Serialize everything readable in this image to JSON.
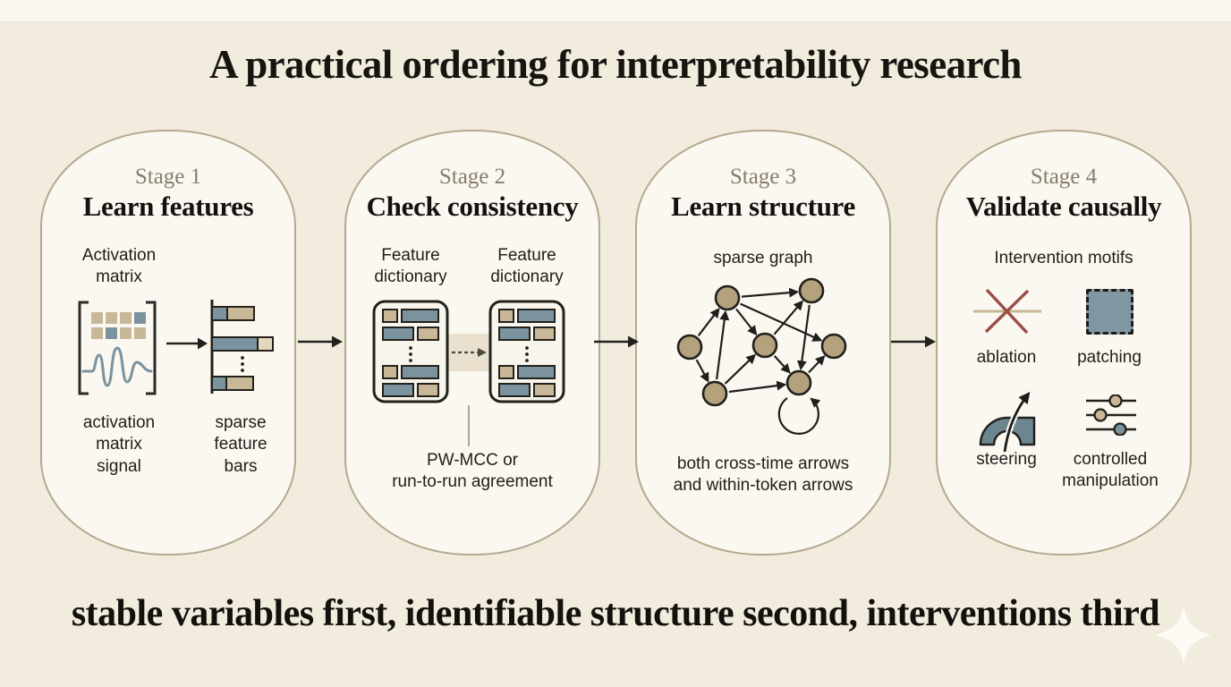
{
  "title": "A practical ordering for interpretability research",
  "footer": "stable variables first, identifiable structure second, interventions third",
  "palette": {
    "background": "#f2ecdf",
    "pill_fill": "#fbf8f1",
    "pill_border": "#b5a88d",
    "tan": "#c9b897",
    "blue_gray": "#7b939e",
    "light_tan": "#e2d8bd",
    "band": "#e9e1cd",
    "dark_stroke": "#23211c",
    "stage_label": "#867d6c",
    "node_fill": "#b3a27c",
    "ablation_x": "#994f48",
    "ablation_line": "#c8b795",
    "steering_fill": "#6c858f",
    "patch_fill": "#8096a0",
    "text_dark": "#14120e"
  },
  "stages": [
    {
      "label": "Stage 1",
      "title": "Learn features",
      "caption": "Activation\nmatrix",
      "item_labels": [
        "activation\nmatrix\nsignal",
        "sparse\nfeature\nbars"
      ],
      "icons": [
        "activation-matrix-icon",
        "arrow-icon",
        "sparse-feature-bars-icon"
      ]
    },
    {
      "label": "Stage 2",
      "title": "Check consistency",
      "captions": [
        "Feature\ndictionary",
        "Feature\ndictionary"
      ],
      "footnote": "PW-MCC or\nrun-to-run agreement",
      "icons": [
        "feature-dictionary-icon",
        "dashed-arrow-icon",
        "feature-dictionary-icon"
      ]
    },
    {
      "label": "Stage 3",
      "title": "Learn structure",
      "caption": "sparse graph",
      "footnote": "both cross-time arrows\nand within-token arrows",
      "icons": [
        "sparse-graph-icon"
      ]
    },
    {
      "label": "Stage 4",
      "title": "Validate causally",
      "caption": "Intervention motifs",
      "items": [
        {
          "label": "ablation",
          "icon": "ablation-icon"
        },
        {
          "label": "patching",
          "icon": "patching-icon"
        },
        {
          "label": "steering",
          "icon": "steering-icon"
        },
        {
          "label": "controlled\nmanipulation",
          "icon": "sliders-icon"
        }
      ]
    }
  ]
}
